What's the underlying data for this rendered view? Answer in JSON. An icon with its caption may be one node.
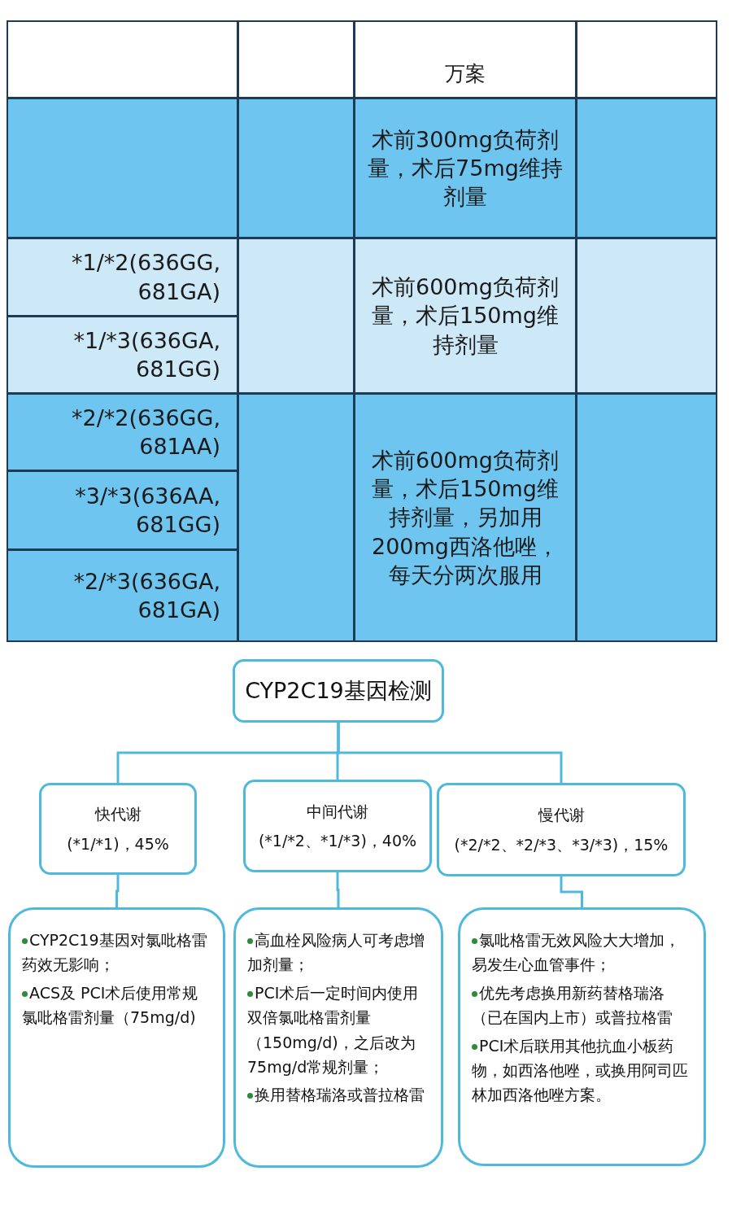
{
  "diagram": {
    "nodes": [
      {
        "text": [
          "CYP2C19基因检测"
        ]
      },
      {
        "text": [
          "快代谢",
          "(*1/*1)，45%"
        ]
      },
      {
        "text": [
          "中间代谢",
          "(*1/*2、*1/*3)，40%"
        ]
      },
      {
        "text": [
          "慢代谢",
          "(*2/*2、*2/*3、*3/*3)，15%"
        ]
      },
      {
        "text": [
          "CYP2C19基因对氯吡格雷药效无影响；",
          "ACS及 PCI术后使用常规氯吡格雷剂量（75mg/d)"
        ]
      },
      {
        "text": [
          "高血栓风险病人可考虑增加剂量；",
          "PCI术后一定时间内使用双倍氯吡格雷剂量（150mg/d)，之后改为75mg/d常规剂量；",
          "换用替格瑞洛或普拉格雷"
        ]
      },
      {
        "text": [
          "氯吡格雷无效风险大大增加，易发生心血管事件；",
          "优先考虑换用新药替格瑞洛（已在国内上市）或普拉格雷",
          "PCI术后联用其他抗血小板药物，如西洛他唑，或换用阿司匹林加西洛他唑方案。"
        ]
      }
    ],
    "edges": [
      {
        "from": 0,
        "to": 1,
        "arrow": "none"
      },
      {
        "from": 0,
        "to": 2,
        "arrow": "none"
      },
      {
        "from": 0,
        "to": 3,
        "arrow": "none"
      },
      {
        "from": 1,
        "to": 4,
        "arrow": "none"
      },
      {
        "from": 2,
        "to": 5,
        "arrow": "none"
      },
      {
        "from": 3,
        "to": 6,
        "arrow": "none"
      }
    ],
    "labels": [
      "万案",
      "术前300mg负荷剂量，术后75mg维持剂量",
      "*1/*2(636GG, 681GA)",
      "术前600mg负荷剂量，术后150mg维持剂量",
      "*1/*3(636GA, 681GG)",
      "*2/*2(636GG, 681AA)",
      "术前600mg负荷剂量，术后150mg维持剂量，另加用200mg西洛他唑，每天分两次服用",
      "*3/*3(636AA, 681GG)",
      "*2/*3(636GA, 681GA)"
    ]
  }
}
